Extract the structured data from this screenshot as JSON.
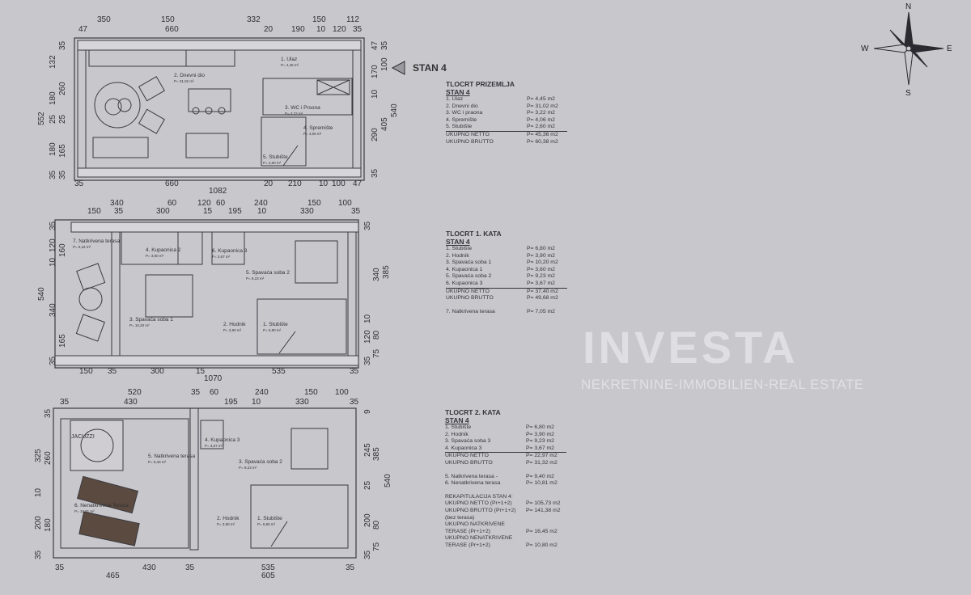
{
  "marker_label": "STAN 4",
  "compass": {
    "n": "N",
    "s": "S",
    "e": "E",
    "w": "W"
  },
  "watermark": {
    "brand": "INVESTA",
    "tagline": "NEKRETNINE-IMMOBILIEN-REAL ESTATE"
  },
  "plans": [
    {
      "dims": [
        "350",
        "150",
        "332",
        "150",
        "112",
        "47",
        "660",
        "20",
        "190",
        "10",
        "120",
        "35",
        "35",
        "660",
        "20",
        "210",
        "10",
        "100",
        "47",
        "1082",
        "552",
        "132",
        "180",
        "25",
        "180",
        "35",
        "35",
        "260",
        "25",
        "165",
        "35",
        "47",
        "170",
        "10",
        "290",
        "35",
        "35",
        "100",
        "405",
        "540"
      ],
      "rooms": [
        {
          "name": "1. Ulaz",
          "area": "P= 4,45 m²"
        },
        {
          "name": "2. Dnevni dio",
          "area": "P= 31,02 m²"
        },
        {
          "name": "3. WC i Prsona",
          "area": "P= 3,22 m²"
        },
        {
          "name": "4. Spremište",
          "area": "P= 4,06 m²"
        },
        {
          "name": "5. Stubište",
          "area": "P= 2,60 m²"
        }
      ]
    },
    {
      "dims": [
        "340",
        "60",
        "120",
        "60",
        "240",
        "150",
        "100",
        "150",
        "35",
        "300",
        "15",
        "195",
        "10",
        "330",
        "35",
        "150",
        "35",
        "300",
        "15",
        "535",
        "35",
        "1070",
        "540",
        "35",
        "120",
        "10",
        "340",
        "35",
        "160",
        "165",
        "35",
        "10",
        "120",
        "35",
        "340",
        "80",
        "75",
        "385"
      ],
      "rooms": [
        {
          "name": "7. Natkrivena terasa",
          "area": "P= 6,34 m²"
        },
        {
          "name": "4. Kupaonica 2",
          "area": "P= 3,60 m²"
        },
        {
          "name": "6. Kupaonica 3",
          "area": "P= 3,67 m²"
        },
        {
          "name": "5. Spavaća soba 2",
          "area": "P= 9,23 m²"
        },
        {
          "name": "3. Spavaća soba 1",
          "area": "P= 10,20 m²"
        },
        {
          "name": "2. Hodnik",
          "area": "P= 3,90 m²"
        },
        {
          "name": "1. Stubište",
          "area": "P= 6,80 m²"
        }
      ]
    },
    {
      "dims": [
        "520",
        "35",
        "60",
        "240",
        "150",
        "100",
        "35",
        "430",
        "195",
        "10",
        "330",
        "35",
        "35",
        "430",
        "35",
        "535",
        "35",
        "465",
        "605",
        "325",
        "10",
        "200",
        "35",
        "35",
        "260",
        "180",
        "9",
        "245",
        "25",
        "200",
        "35",
        "385",
        "80",
        "75",
        "540"
      ],
      "rooms": [
        {
          "name": "4. Kupaonica 3",
          "area": "P= 3,67 m²"
        },
        {
          "name": "3. Spavaća soba 2",
          "area": "P= 9,23 m²"
        },
        {
          "name": "5. Natkrivena terasa",
          "area": "P= 9,40 m²"
        },
        {
          "name": "6. Nenatkrivena Terasa",
          "area": "P= 10,81 m²"
        },
        {
          "name": "2. Hodnik",
          "area": "P= 3,90 m²"
        },
        {
          "name": "1. Stubište",
          "area": "P= 6,80 m²"
        }
      ],
      "jacuzzi": "JACUZZI"
    }
  ],
  "tables": [
    {
      "title": "TLOCRT PRIZEMLJA",
      "subtitle": "STAN 4",
      "rows": [
        {
          "label": "1. Ulaz",
          "value": "P= 4,45 m2"
        },
        {
          "label": "2. Dnevni dio",
          "value": "P= 31,02 m2"
        },
        {
          "label": "3. WC i praona",
          "value": "P= 3,22 m2"
        },
        {
          "label": "4. Spremište",
          "value": "P= 4,06 m2"
        },
        {
          "label": "5. Stubište",
          "value": "P= 2,60 m2"
        }
      ],
      "totals": [
        {
          "label": "UKUPNO NETTO",
          "value": "P= 45,36 m2"
        },
        {
          "label": "UKUPNO BRUTTO",
          "value": "P= 60,38 m2"
        }
      ]
    },
    {
      "title": "TLOCRT 1. KATA",
      "subtitle": "STAN 4",
      "rows": [
        {
          "label": "1. Stubište",
          "value": "P= 6,80 m2"
        },
        {
          "label": "2. Hodnik",
          "value": "P= 3,90 m2"
        },
        {
          "label": "3. Spavaća soba 1",
          "value": "P= 10,20 m2"
        },
        {
          "label": "4. Kupaonica 1",
          "value": "P= 3,60 m2"
        },
        {
          "label": "5. Spavaća soba 2",
          "value": "P= 9,23 m2"
        },
        {
          "label": "6. Kupaonica 3",
          "value": "P= 3,67 m2"
        }
      ],
      "totals": [
        {
          "label": "UKUPNO NETTO",
          "value": "P= 37,40 m2"
        },
        {
          "label": "UKUPNO BRUTTO",
          "value": "P= 49,68 m2"
        }
      ],
      "extra": [
        {
          "label": "7. Natkrivena terasa",
          "value": "P= 7,05 m2"
        }
      ]
    },
    {
      "title": "TLOCRT 2. KATA",
      "subtitle": "STAN 4",
      "rows": [
        {
          "label": "1. Stubište",
          "value": "P= 6,80 m2"
        },
        {
          "label": "2. Hodnik",
          "value": "P= 3,90 m2"
        },
        {
          "label": "3. Spavaća soba 3",
          "value": "P= 9,23 m2"
        },
        {
          "label": "4. Kupaonica 3",
          "value": "P= 3,67 m2"
        }
      ],
      "totals": [
        {
          "label": "UKUPNO NETTO",
          "value": "P= 22,97 m2"
        },
        {
          "label": "UKUPNO BRUTTO",
          "value": "P= 31,32 m2"
        }
      ],
      "extra": [
        {
          "label": "5. Natkrivena terasa -",
          "value": "P= 9,40 m2"
        },
        {
          "label": "6. Nenatkrivena terasa",
          "value": "P= 10,81 m2"
        }
      ],
      "recap_title": "REKAPITULACIJA STAN 4:",
      "recap": [
        {
          "label": "UKUPNO NETTO (Pr+1+2)",
          "value": "P= 105,73 m2"
        },
        {
          "label": "UKUPNO BRUTTO (Pr+1+2)",
          "value": "P= 141,38 m2"
        },
        {
          "label": "(bez terasa)",
          "value": ""
        },
        {
          "label": "UKUPNO NATKRIVENE",
          "value": ""
        },
        {
          "label": "TERASE (Pr+1+2)",
          "value": "P= 16,45 m2"
        },
        {
          "label": "UKUPNO NENATKRIVENE",
          "value": ""
        },
        {
          "label": "TERASE (Pr+1+2)",
          "value": "P= 10,80 m2"
        }
      ]
    }
  ]
}
